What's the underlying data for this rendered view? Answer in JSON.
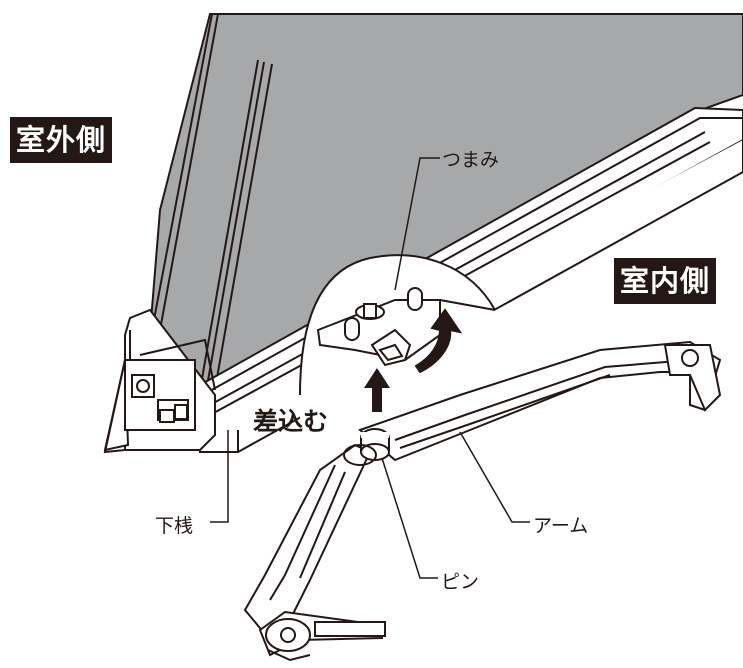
{
  "labels": {
    "outdoor_side": "室外側",
    "indoor_side": "室内側",
    "knob": "つまみ",
    "insert": "差込む",
    "bottom_rail": "下桟",
    "arm": "アーム",
    "pin": "ピン"
  },
  "colors": {
    "glass": "#a7a8aa",
    "line": "#231815",
    "tag_background": "#231815",
    "tag_text": "#ffffff"
  }
}
